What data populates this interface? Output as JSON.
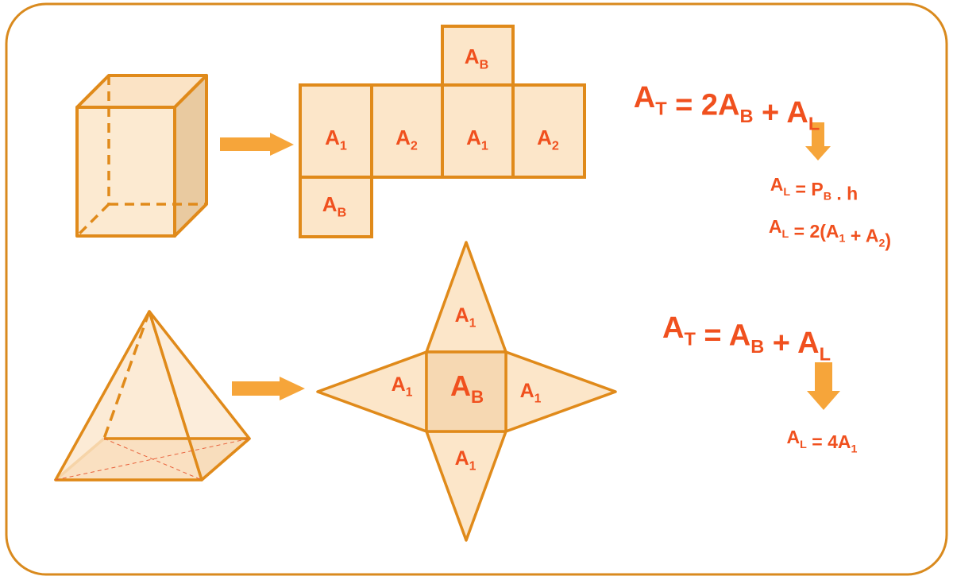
{
  "colors": {
    "stroke": "#e08a1a",
    "fill": "#fce6c9",
    "side": "#e9caa0",
    "text": "#f0501e",
    "arrow": "#f6a53a",
    "border": "#d98a1e"
  },
  "prism": {
    "net": {
      "top_base": [
        "A",
        "B"
      ],
      "row": [
        [
          "A",
          "1"
        ],
        [
          "A",
          "2"
        ],
        [
          "A",
          "1"
        ],
        [
          "A",
          "2"
        ]
      ],
      "bottom_base": [
        "A",
        "B"
      ]
    },
    "formula_total": [
      [
        "A",
        "T"
      ],
      [
        " = 2",
        ""
      ],
      [
        "A",
        "B"
      ],
      [
        " + ",
        ""
      ],
      [
        "A",
        "L"
      ]
    ],
    "formula_lateral_1": [
      [
        "A",
        "L"
      ],
      [
        " = ",
        ""
      ],
      [
        "P",
        "B"
      ],
      [
        " . h",
        ""
      ]
    ],
    "formula_lateral_2": [
      [
        "A",
        "L"
      ],
      [
        " = 2(",
        ""
      ],
      [
        "A",
        "1"
      ],
      [
        " + ",
        ""
      ],
      [
        "A",
        "2"
      ],
      [
        ")",
        ""
      ]
    ]
  },
  "pyramid": {
    "net": {
      "top": [
        "A",
        "1"
      ],
      "left": [
        "A",
        "1"
      ],
      "center": [
        "A",
        "B"
      ],
      "right": [
        "A",
        "1"
      ],
      "bottom": [
        "A",
        "1"
      ]
    },
    "formula_total": [
      [
        "A",
        "T"
      ],
      [
        " = ",
        ""
      ],
      [
        "A",
        "B"
      ],
      [
        " + ",
        ""
      ],
      [
        "A",
        "L"
      ]
    ],
    "formula_lateral": [
      [
        "A",
        "L"
      ],
      [
        " = 4",
        ""
      ],
      [
        "A",
        "1"
      ]
    ]
  }
}
